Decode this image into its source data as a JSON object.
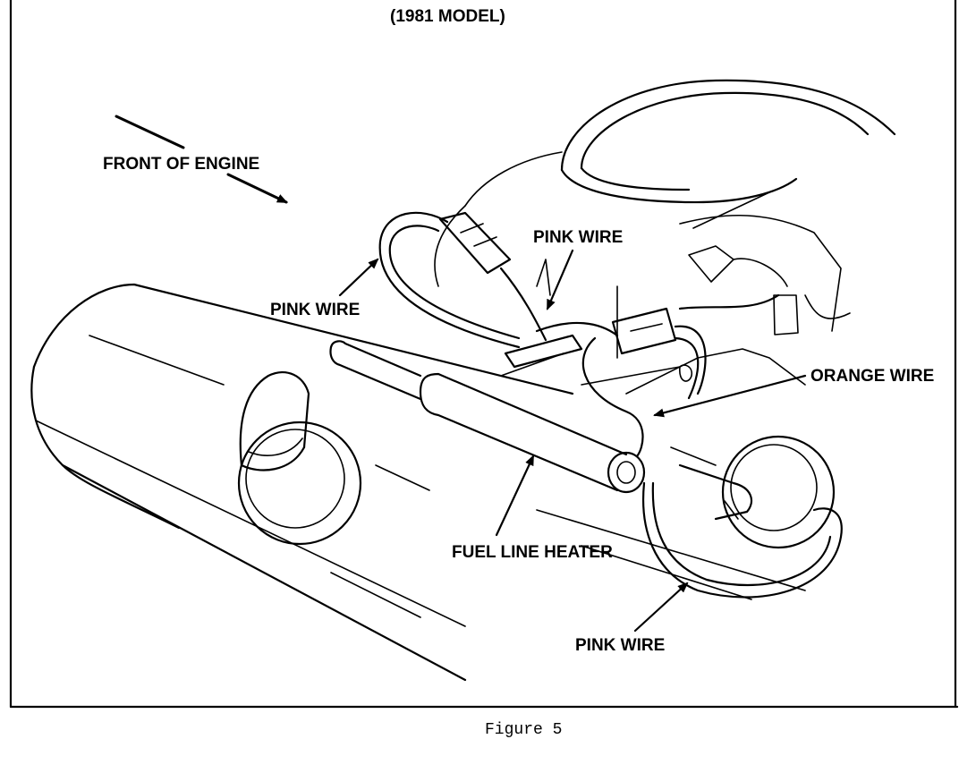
{
  "figure": {
    "model_label": "(1981 MODEL)",
    "caption": "Figure 5"
  },
  "labels": {
    "front_of_engine": "FRONT OF ENGINE",
    "pink_wire_left": "PINK WIRE",
    "pink_wire_top": "PINK WIRE",
    "orange_wire": "ORANGE WIRE",
    "fuel_line_heater": "FUEL LINE HEATER",
    "pink_wire_bottom": "PINK WIRE"
  },
  "colors": {
    "ink": "#000000",
    "paper": "#ffffff"
  }
}
